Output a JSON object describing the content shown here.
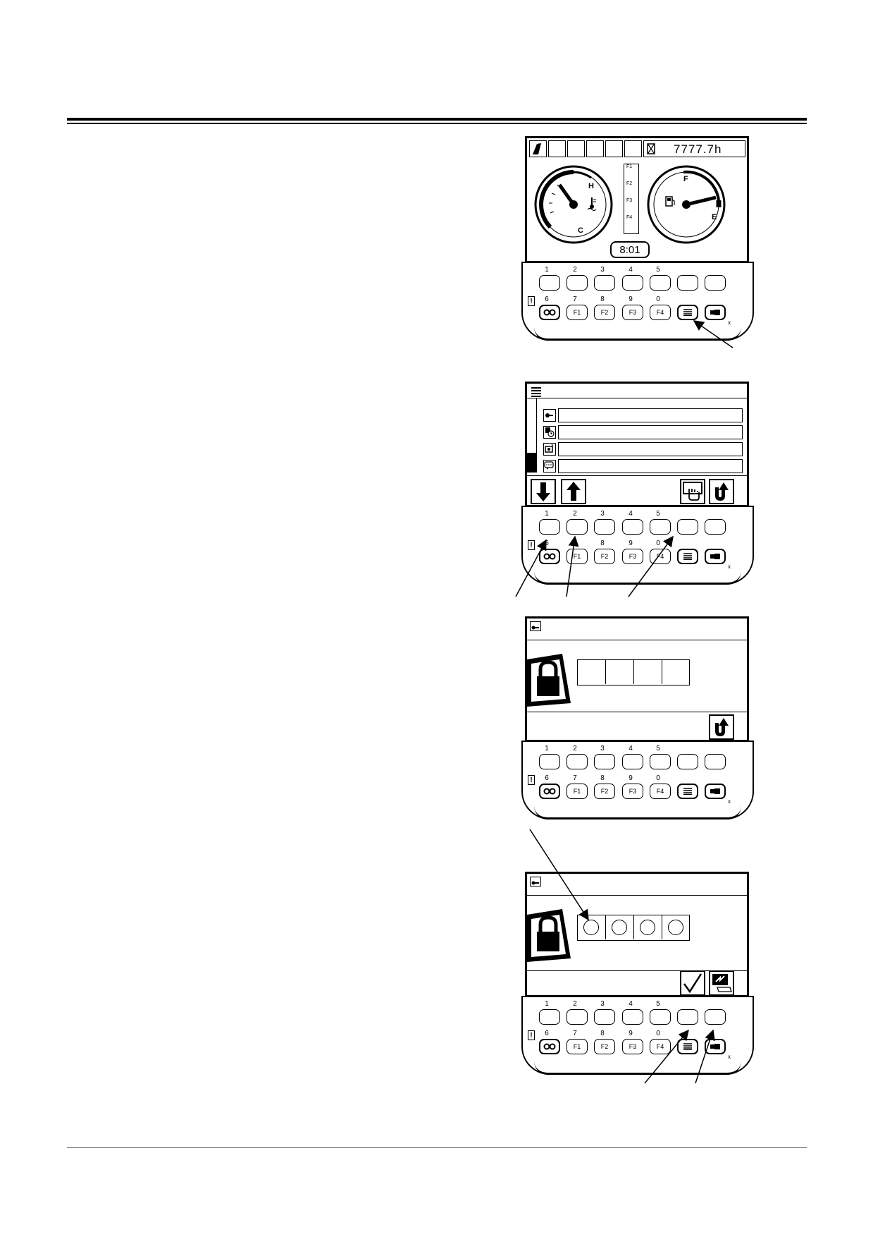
{
  "keypad": {
    "top_numbers": [
      "1",
      "2",
      "3",
      "4",
      "5"
    ],
    "bottom_numbers": [
      "6",
      "7",
      "8",
      "9",
      "0"
    ],
    "function_keys": [
      "F1",
      "F2",
      "F3",
      "F4"
    ],
    "warning_symbol": "!",
    "corner_mark": "x"
  },
  "panel1": {
    "hour_meter": "7777.7h",
    "clock": "8:01",
    "temp_gauge": {
      "high_label": "H",
      "low_label": "C"
    },
    "fuel_gauge": {
      "full_label": "F",
      "empty_label": "E"
    },
    "side_labels": [
      "F1",
      "F2",
      "F3",
      "F4"
    ]
  },
  "icons": {
    "panel1": [
      "work-mode-icon",
      "hour-meter-icon",
      "coolant-temp-icon",
      "fuel-icon",
      "menu-key-icon"
    ],
    "panel2": [
      "menu-icon",
      "key-icon",
      "clock-setting-icon",
      "camera-icon",
      "message-icon",
      "down-arrow-icon",
      "up-arrow-icon",
      "hand-select-icon",
      "return-icon"
    ],
    "panel3": [
      "key-icon",
      "padlock-icon",
      "return-icon"
    ],
    "panel4": [
      "key-icon",
      "padlock-icon",
      "check-icon",
      "clear-icon"
    ]
  }
}
